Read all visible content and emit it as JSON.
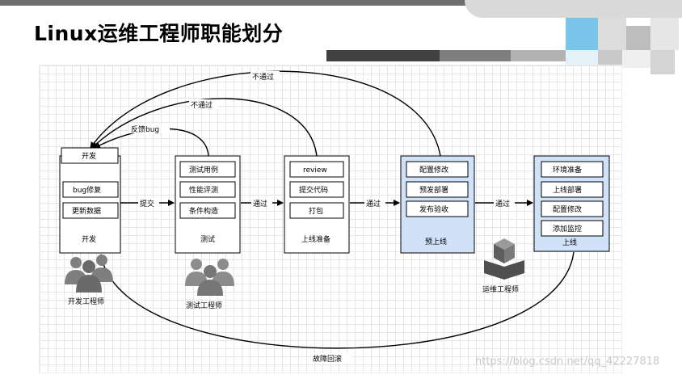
{
  "title": "Linux运维工程师职能划分",
  "columns": [
    {
      "key": "dev",
      "footer": "开发",
      "header": "开发",
      "items": [
        "bug修复",
        "更新数据"
      ],
      "highlight": false
    },
    {
      "key": "test",
      "footer": "测试",
      "header": "",
      "items": [
        "测试用例",
        "性能评测",
        "条件构造"
      ],
      "highlight": false
    },
    {
      "key": "prelaunch",
      "footer": "上线准备",
      "header": "",
      "items": [
        "review",
        "提交代码",
        "打包"
      ],
      "highlight": false
    },
    {
      "key": "staging",
      "footer": "预上线",
      "header": "",
      "items": [
        "配置修改",
        "预发部署",
        "发布验收"
      ],
      "highlight": true
    },
    {
      "key": "online",
      "footer": "上线",
      "header": "",
      "items": [
        "环境准备",
        "上线部署",
        "配置修改",
        "添加监控"
      ],
      "highlight": true
    }
  ],
  "edges": {
    "submit": "提交",
    "pass": "通过",
    "fail": "不通过",
    "feedback": "反馈bug",
    "rollback": "故障回滚"
  },
  "people": {
    "dev": "开发工程师",
    "test": "测试工程师",
    "ops": "运维工程师"
  },
  "watermark": "https://blog.csdn.net/qq_42227818"
}
